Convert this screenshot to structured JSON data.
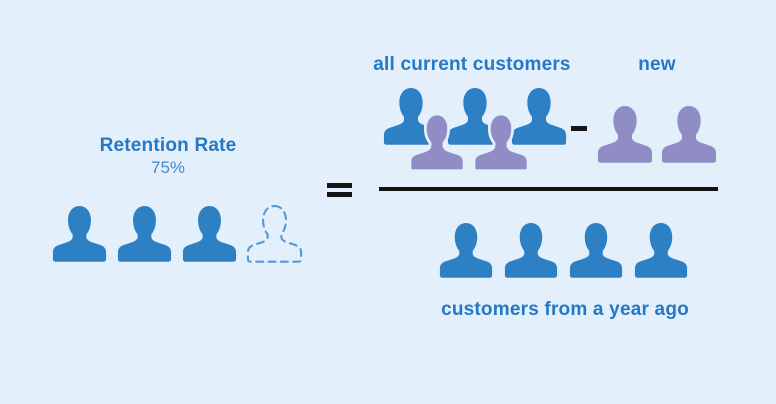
{
  "colors": {
    "background": "#e3f0fb",
    "person_blue": "#2e80c4",
    "person_purple": "#908dc6",
    "person_dashed_outline": "#5598d6",
    "label_blue": "#2478c5",
    "operator_black": "#161616"
  },
  "left_panel": {
    "title": "Retention Rate",
    "value": "75%",
    "people": [
      "blue",
      "blue",
      "blue",
      "dashed"
    ],
    "solid_count": 3,
    "dashed_count": 1
  },
  "equation": {
    "equals_symbol": "=",
    "minus_symbol": "-",
    "numerator": {
      "current_label": "all current customers",
      "new_label": "new",
      "current_people": [
        "blue",
        "blue",
        "blue",
        "purple",
        "purple"
      ],
      "current_blue_count": 3,
      "current_purple_count": 2,
      "new_people": [
        "purple",
        "purple"
      ],
      "new_count": 2
    },
    "denominator": {
      "label": "customers from a year ago",
      "people": [
        "blue",
        "blue",
        "blue",
        "blue"
      ],
      "count": 4
    }
  }
}
